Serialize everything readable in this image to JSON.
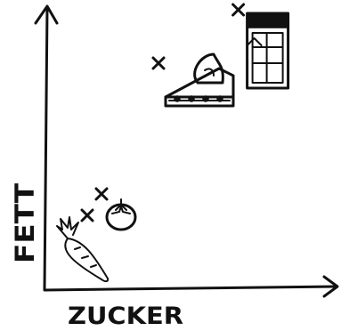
{
  "chart_data": {
    "type": "scatter",
    "title": "",
    "xlabel": "ZUCKER",
    "ylabel": "FETT",
    "grid": false,
    "legend": "none",
    "colors": {
      "ink": "#111111",
      "background": "#ffffff"
    },
    "points": [
      {
        "icon": "carrot-icon",
        "x": 0.15,
        "y": 0.28
      },
      {
        "icon": "tomato-icon",
        "x": 0.2,
        "y": 0.36
      },
      {
        "icon": "cake-icon",
        "x": 0.4,
        "y": 0.85
      },
      {
        "icon": "chocolate-bar-icon",
        "x": 0.68,
        "y": 1.05
      }
    ]
  }
}
